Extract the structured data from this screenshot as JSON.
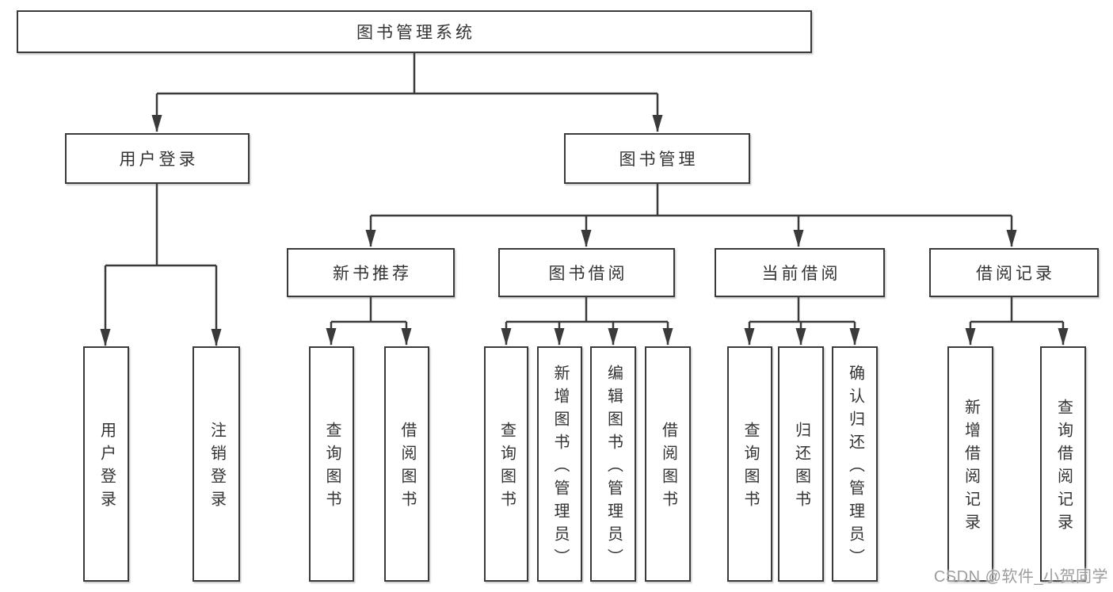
{
  "diagram_type": "hierarchy-tree",
  "colors": {
    "line": "#3a3a3a",
    "box_border": "#3a3a3a",
    "box_fill": "#ffffff",
    "text": "#333333",
    "watermark": "#9d9d9d",
    "background": "#ffffff"
  },
  "tree": {
    "label": "图书管理系统",
    "children": [
      {
        "label": "用户登录",
        "children": [
          {
            "label": "用户登录"
          },
          {
            "label": "注销登录"
          }
        ]
      },
      {
        "label": "图书管理",
        "children": [
          {
            "label": "新书推荐",
            "children": [
              {
                "label": "查询图书"
              },
              {
                "label": "借阅图书"
              }
            ]
          },
          {
            "label": "图书借阅",
            "children": [
              {
                "label": "查询图书"
              },
              {
                "label": "新增图书（管理员）"
              },
              {
                "label": "编辑图书（管理员）"
              },
              {
                "label": "借阅图书"
              }
            ]
          },
          {
            "label": "当前借阅",
            "children": [
              {
                "label": "查询图书"
              },
              {
                "label": "归还图书"
              },
              {
                "label": "确认归还（管理员）"
              }
            ]
          },
          {
            "label": "借阅记录",
            "children": [
              {
                "label": "新增借阅记录"
              },
              {
                "label": "查询借阅记录"
              }
            ]
          }
        ]
      }
    ]
  },
  "watermark": {
    "text": "CSDN @软件_小贺同学"
  }
}
